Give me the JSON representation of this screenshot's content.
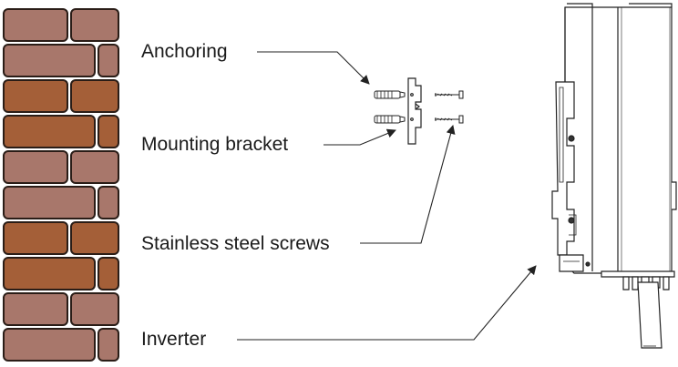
{
  "labels": {
    "anchoring": "Anchoring",
    "mounting_bracket": "Mounting bracket",
    "screws": "Stainless steel screws",
    "inverter": "Inverter"
  },
  "colors": {
    "brick_light": "#a8776b",
    "brick_dark": "#a45f38",
    "mortar": "#2a1d17",
    "line": "#222222",
    "background": "#ffffff"
  },
  "wall": {
    "rows": [
      "light",
      "light",
      "dark",
      "dark",
      "light",
      "light",
      "dark",
      "dark",
      "light",
      "light"
    ]
  }
}
